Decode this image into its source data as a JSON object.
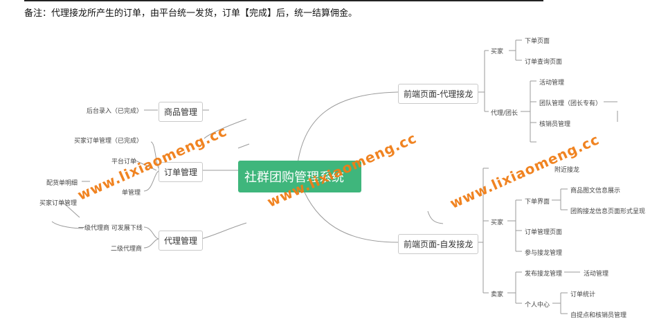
{
  "note": "备注：代理接龙所产生的订单，由平台统一发货，订单【完成】后，统一结算佣金。",
  "central": "社群团购管理系统",
  "left": {
    "product": {
      "label": "商品管理",
      "children": [
        "后台录入（已完成）"
      ]
    },
    "order": {
      "label": "订单管理",
      "children": [
        "买家订单管理（已完成）",
        "平台订单",
        "配货单明细",
        "买家订单管理",
        "单管理"
      ]
    },
    "agent": {
      "label": "代理管理",
      "children": [
        "一级代理商 可发展下线",
        "二级代理商"
      ]
    }
  },
  "right": {
    "agent_relay": {
      "label": "前端页面-代理接龙",
      "buyer": {
        "label": "买家",
        "children": [
          "下单页面",
          "订单查询页面"
        ]
      },
      "leader": {
        "label": "代理/团长",
        "children": [
          "活动管理",
          "团队管理（团长专有）",
          "核销员管理"
        ]
      }
    },
    "self_relay": {
      "label": "前端页面-自发接龙",
      "nearby": "附近接龙",
      "buyer": {
        "label": "买家",
        "order_page": {
          "label": "下单界面",
          "children": [
            "商品图文信息展示",
            "团购接龙信息页面形式呈现"
          ]
        },
        "others": [
          "订单管理页面",
          "参与接龙管理"
        ]
      },
      "seller": {
        "label": "卖家",
        "publish": {
          "label": "发布接龙管理",
          "child": "活动管理"
        },
        "center": {
          "label": "个人中心",
          "children": [
            "订单统计",
            "自提点和核销员管理"
          ]
        }
      }
    }
  },
  "watermark": "www.lixiaomeng.cc",
  "colors": {
    "central": "#3fb67c",
    "watermark": "#f07d16",
    "line": "#9a9a9a"
  }
}
